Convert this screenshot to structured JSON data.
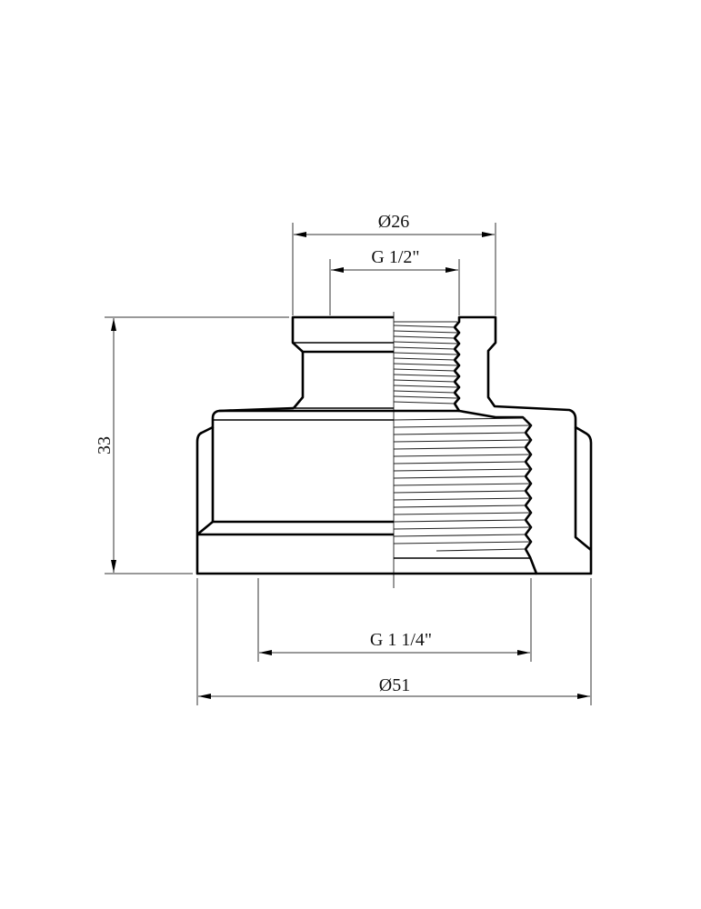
{
  "drawing": {
    "title": "Reducing coupling technical drawing",
    "background": "#ffffff",
    "line_color": "#000000"
  },
  "dimensions": {
    "top_outer_diameter": "Ø26",
    "top_thread": "G 1/2\"",
    "height": "33",
    "bottom_thread": "G 1 1/4\"",
    "bottom_outer_diameter": "Ø51"
  }
}
